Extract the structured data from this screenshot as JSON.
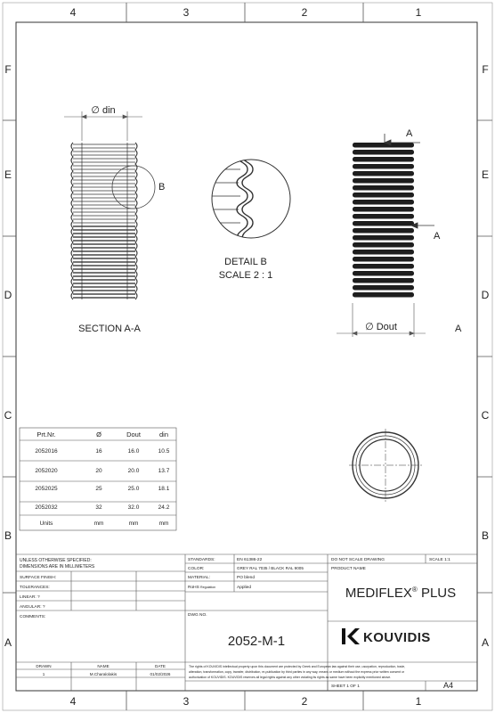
{
  "frame": {
    "columns": [
      "4",
      "3",
      "2",
      "1"
    ],
    "rows": [
      "F",
      "E",
      "D",
      "C",
      "B",
      "A"
    ]
  },
  "views": {
    "section_label": "SECTION A-A",
    "detail_title": "DETAIL B",
    "detail_scale": "SCALE 2 : 1",
    "detail_callout": "B",
    "section_marker": "A",
    "dim_din": "∅ din",
    "dim_dout": "∅ Dout"
  },
  "parts_table": {
    "headers": [
      "Prt.Nr.",
      "Ø",
      "Dout",
      "din"
    ],
    "rows": [
      [
        "2052016",
        "16",
        "16.0",
        "10.5"
      ],
      [
        "2052020",
        "20",
        "20.0",
        "13.7"
      ],
      [
        "2052025",
        "25",
        "25.0",
        "18.1"
      ],
      [
        "2052032",
        "32",
        "32.0",
        "24.2"
      ]
    ],
    "units": [
      "Units",
      "mm",
      "mm",
      "mm"
    ]
  },
  "title_block": {
    "unless_note_1": "UNLESS OTHERWISE SPECIFIED:",
    "unless_note_2": "DIMENSIONS ARE IN MILLIMETERS",
    "surface_finish": "SURFACE FINISH:",
    "tolerances": "TOLERANCES:",
    "linear": "LINEAR: ?",
    "angular": "ANGULAR: ?",
    "comments": "COMMENTS:",
    "standards_label": "STANDARDS:",
    "standards_value": "EN 61386-22",
    "color_label": "COLOR:",
    "color_value": "GREY RAL 7035 / BLACK RAL 9005",
    "material_label": "MATERIAL:",
    "material_value": "PO blend",
    "rohs_label": "RoHS",
    "rohs_sub": "Regulation",
    "rohs_value": "Applied",
    "dwg_no_label": "DWG NO.",
    "dwg_no": "2052-M-1",
    "do_not_scale": "DO NOT SCALE DRAWING",
    "scale": "SCALE 1:1",
    "product_name_label": "PRODUCT NAME",
    "product_name": "MEDIFLEX",
    "product_reg": "®",
    "product_suffix": " PLUS",
    "company": "KOUVIDIS",
    "drawn_label": "DRAWN",
    "name_label": "NAME",
    "date_label": "DATE",
    "drawn_value": "1",
    "name_value": "M.Charalolakis",
    "date_value": "01/02/2026",
    "copyright_1": "The rights of KOUVIDIS intellectual property upon this document are protected by Greek and European law against their use, usurpation, reproduction, trade,",
    "copyright_2": "alteration, transformation, copy, transfer, distribution, re-publication by third parties in any way, means or medium without the express prior written consent or",
    "copyright_3": "authorization of KOUVIDIS. KOUVIDIS reserves all legal rights against any other violating its rights as same have been explicitly mentioned above.",
    "sheet": "SHEET 1 OF 1",
    "size": "A4"
  }
}
